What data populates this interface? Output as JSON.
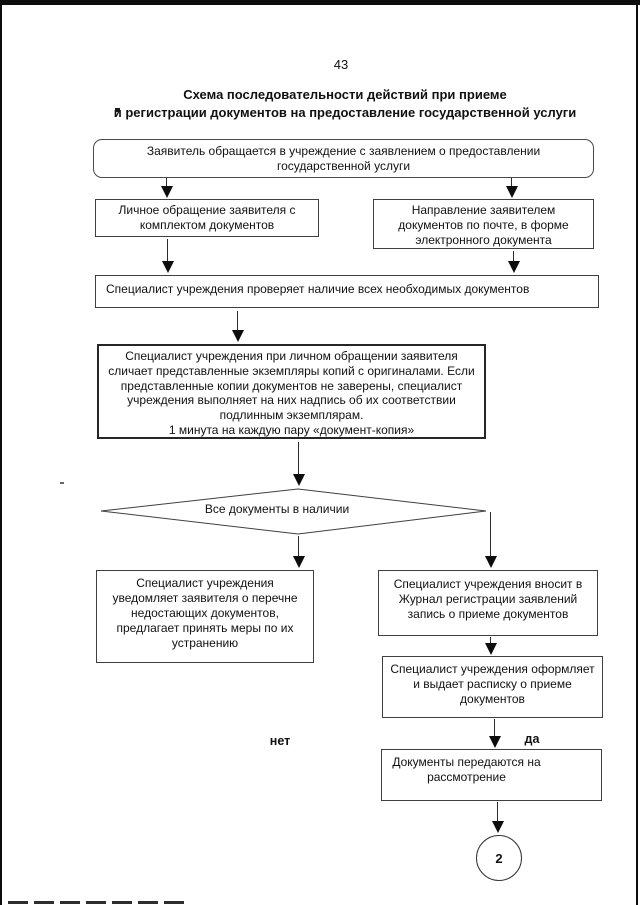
{
  "page": {
    "number": "43"
  },
  "title": {
    "lines": [
      "Схема последовательности действий при приеме",
      "и регистрации документов на предоставление государственной услуги"
    ]
  },
  "flow": {
    "start": {
      "lines": [
        "Заявитель обращается в учреждение с заявлением о предоставлении",
        "государственной услуги"
      ]
    },
    "personal_visit": {
      "lines": [
        "Личное обращение заявителя с",
        "комплектом документов"
      ]
    },
    "mail_submission": {
      "lines": [
        "Направление заявителем",
        "документов по почте, в форме",
        "электронного документа"
      ]
    },
    "check_documents": {
      "text": "Специалист учреждения проверяет наличие всех необходимых документов"
    },
    "verify_copies": {
      "lines": [
        "Специалист учреждения при личном обращении заявителя",
        "сличает представленные экземпляры копий с оригиналами. Если",
        "представленные копии документов не заверены, специалист",
        "учреждения выполняет на них надпись об их соответствии",
        "подлинным экземплярам.",
        "1 минута на каждую пару «документ-копия»"
      ]
    },
    "decision": {
      "text": "Все документы в наличии"
    },
    "notify_missing": {
      "lines": [
        "Специалист учреждения",
        "уведомляет заявителя о перечне",
        "недостающих документов,",
        "предлагает принять меры по их",
        "устранению"
      ]
    },
    "register_journal": {
      "lines": [
        "Специалист учреждения вносит в",
        "Журнал регистрации заявлений",
        "запись о приеме документов"
      ]
    },
    "issue_receipt": {
      "lines": [
        "Специалист учреждения оформляет",
        "и выдает расписку о приеме",
        "документов"
      ]
    },
    "transfer_review": {
      "lines": [
        "Документы передаются на",
        "рассмотрение"
      ]
    },
    "branch_labels": {
      "no": "нет",
      "yes": "да"
    },
    "connector": {
      "number": "2"
    }
  },
  "colors": {
    "ink": "#111111",
    "border": "#3f3f3f",
    "frame": "#0d0d0d"
  }
}
